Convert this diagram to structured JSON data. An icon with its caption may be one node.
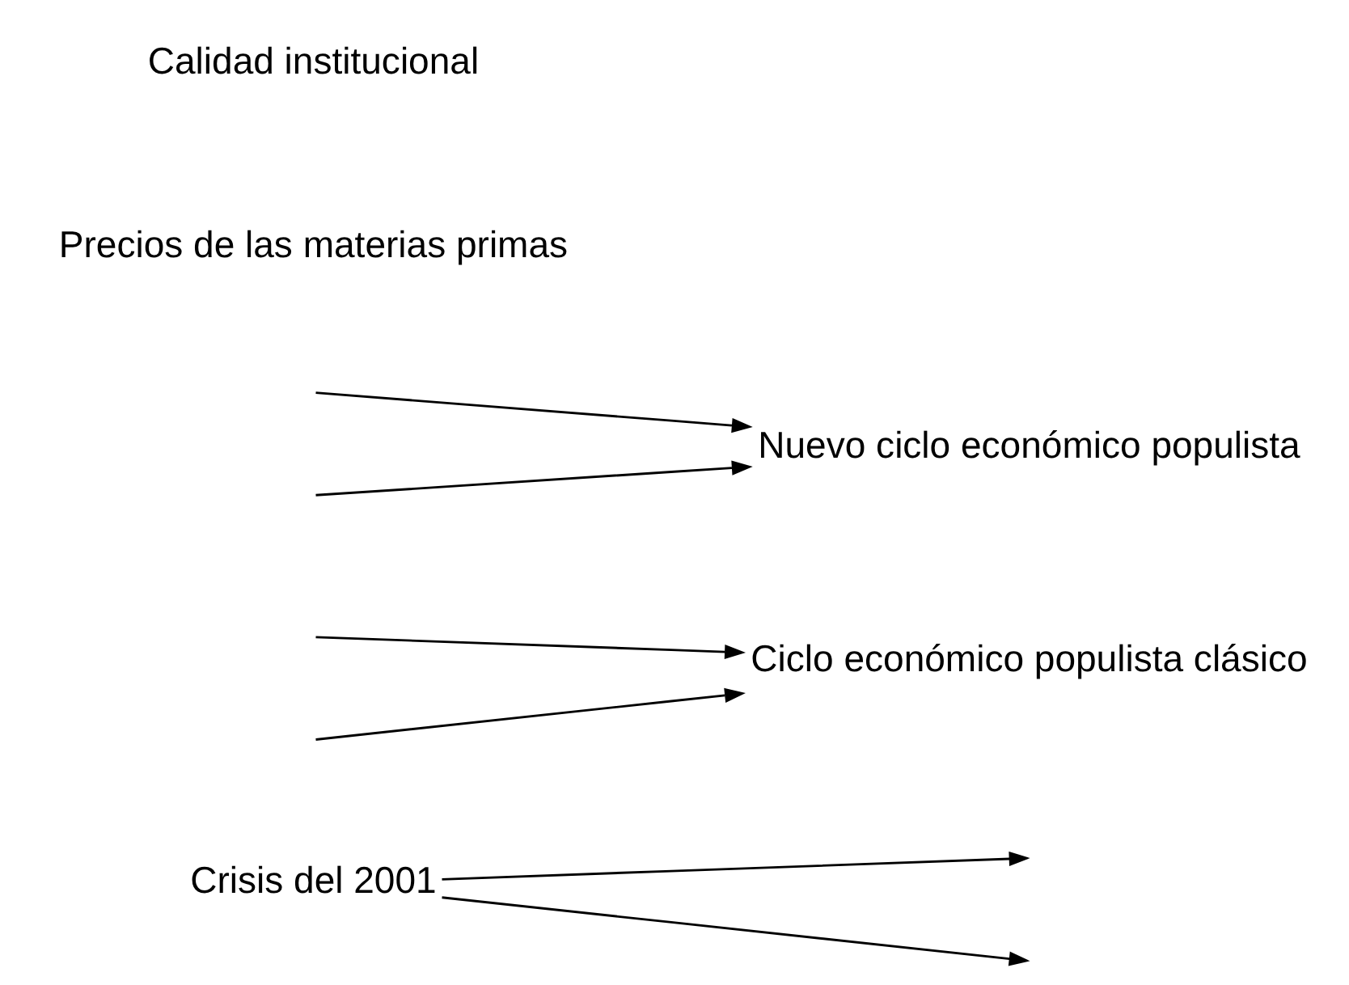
{
  "diagram": {
    "nodes": [
      {
        "text": [
          "Crisis del 2001"
        ]
      },
      {
        "text": [
          "Ciclo económico populista clásico"
        ]
      },
      {
        "text": [
          "Nuevo ciclo económico populista"
        ]
      }
    ],
    "edges": [
      {
        "from": 0,
        "to": null,
        "arrow": "to"
      },
      {
        "from": 0,
        "to": null,
        "arrow": "to"
      },
      {
        "from": null,
        "to": 1,
        "arrow": "to"
      },
      {
        "from": null,
        "to": 1,
        "arrow": "to"
      },
      {
        "from": null,
        "to": 2,
        "arrow": "to"
      },
      {
        "from": null,
        "to": 2,
        "arrow": "to"
      }
    ],
    "labels": [
      "Precios de las materias primas",
      "Calidad institucional"
    ]
  }
}
